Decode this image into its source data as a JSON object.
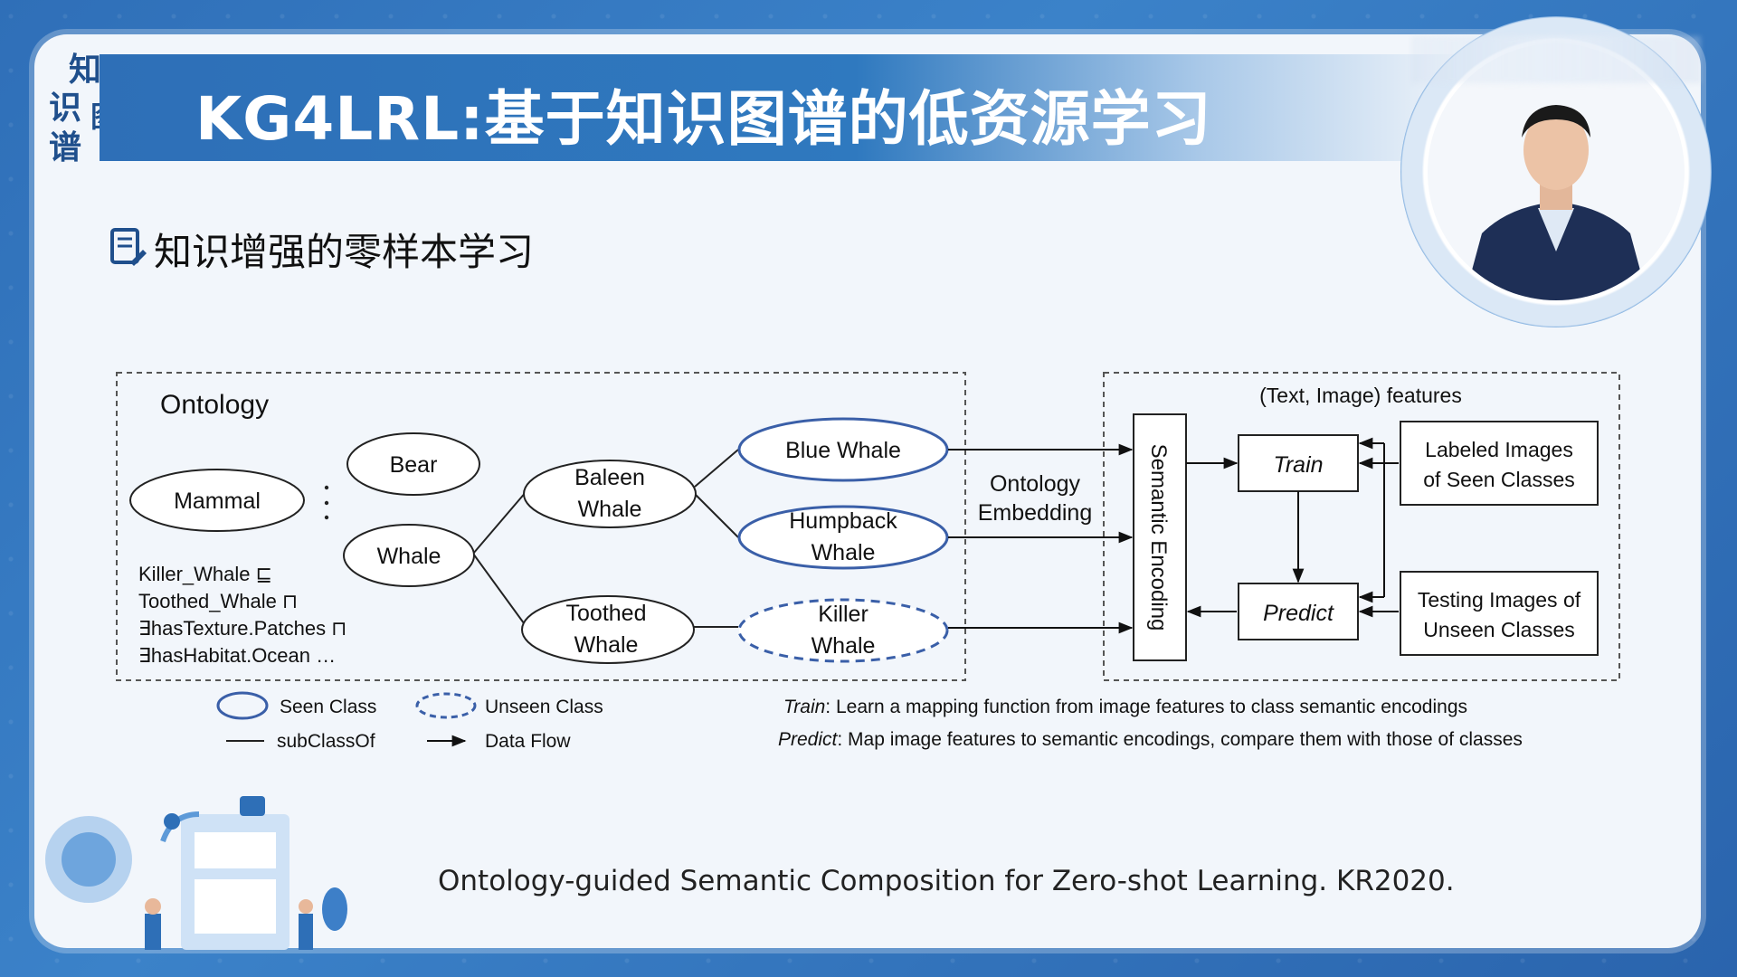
{
  "logo": {
    "chars": [
      "知",
      "识",
      "图",
      "谱"
    ]
  },
  "title": "KG4LRL:基于知识图谱的低资源学习",
  "subtitle": "知识增强的零样本学习",
  "diagram": {
    "ontology_title": "Ontology",
    "nodes": {
      "mammal": "Mammal",
      "bear": "Bear",
      "whale": "Whale",
      "baleen_l1": "Baleen",
      "baleen_l2": "Whale",
      "toothed_l1": "Toothed",
      "toothed_l2": "Whale",
      "blue_whale": "Blue Whale",
      "humpback_l1": "Humpback",
      "humpback_l2": "Whale",
      "killer_l1": "Killer",
      "killer_l2": "Whale"
    },
    "axiom": [
      "Killer_Whale ⊑",
      "Toothed_Whale ⊓",
      "∃hasTexture.Patches ⊓",
      "∃hasHabitat.Ocean   …"
    ],
    "ontology_embedding_l1": "Ontology",
    "ontology_embedding_l2": "Embedding",
    "features_title": "(Text, Image) features",
    "semantic_encoding": "Semantic Encoding",
    "train": "Train",
    "predict": "Predict",
    "labeled_l1": "Labeled Images",
    "labeled_l2": "of Seen Classes",
    "testing_l1": "Testing Images of",
    "testing_l2": "Unseen Classes",
    "legend": {
      "seen": "Seen Class",
      "unseen": "Unseen Class",
      "subclass": "subClassOf",
      "dataflow": "Data Flow"
    },
    "notes": {
      "train_key": "Train",
      "train_text": ": Learn a mapping function from image features to class semantic encodings",
      "predict_key": "Predict",
      "predict_text": ": Map image features to semantic encodings, compare them with those of classes"
    }
  },
  "citation": "Ontology-guided Semantic Composition for Zero-shot Learning. KR2020.",
  "colors": {
    "accent": "#2e6fb7",
    "ellipse_stroke": "#3a5fa8",
    "frame": "#2f6fb8"
  }
}
